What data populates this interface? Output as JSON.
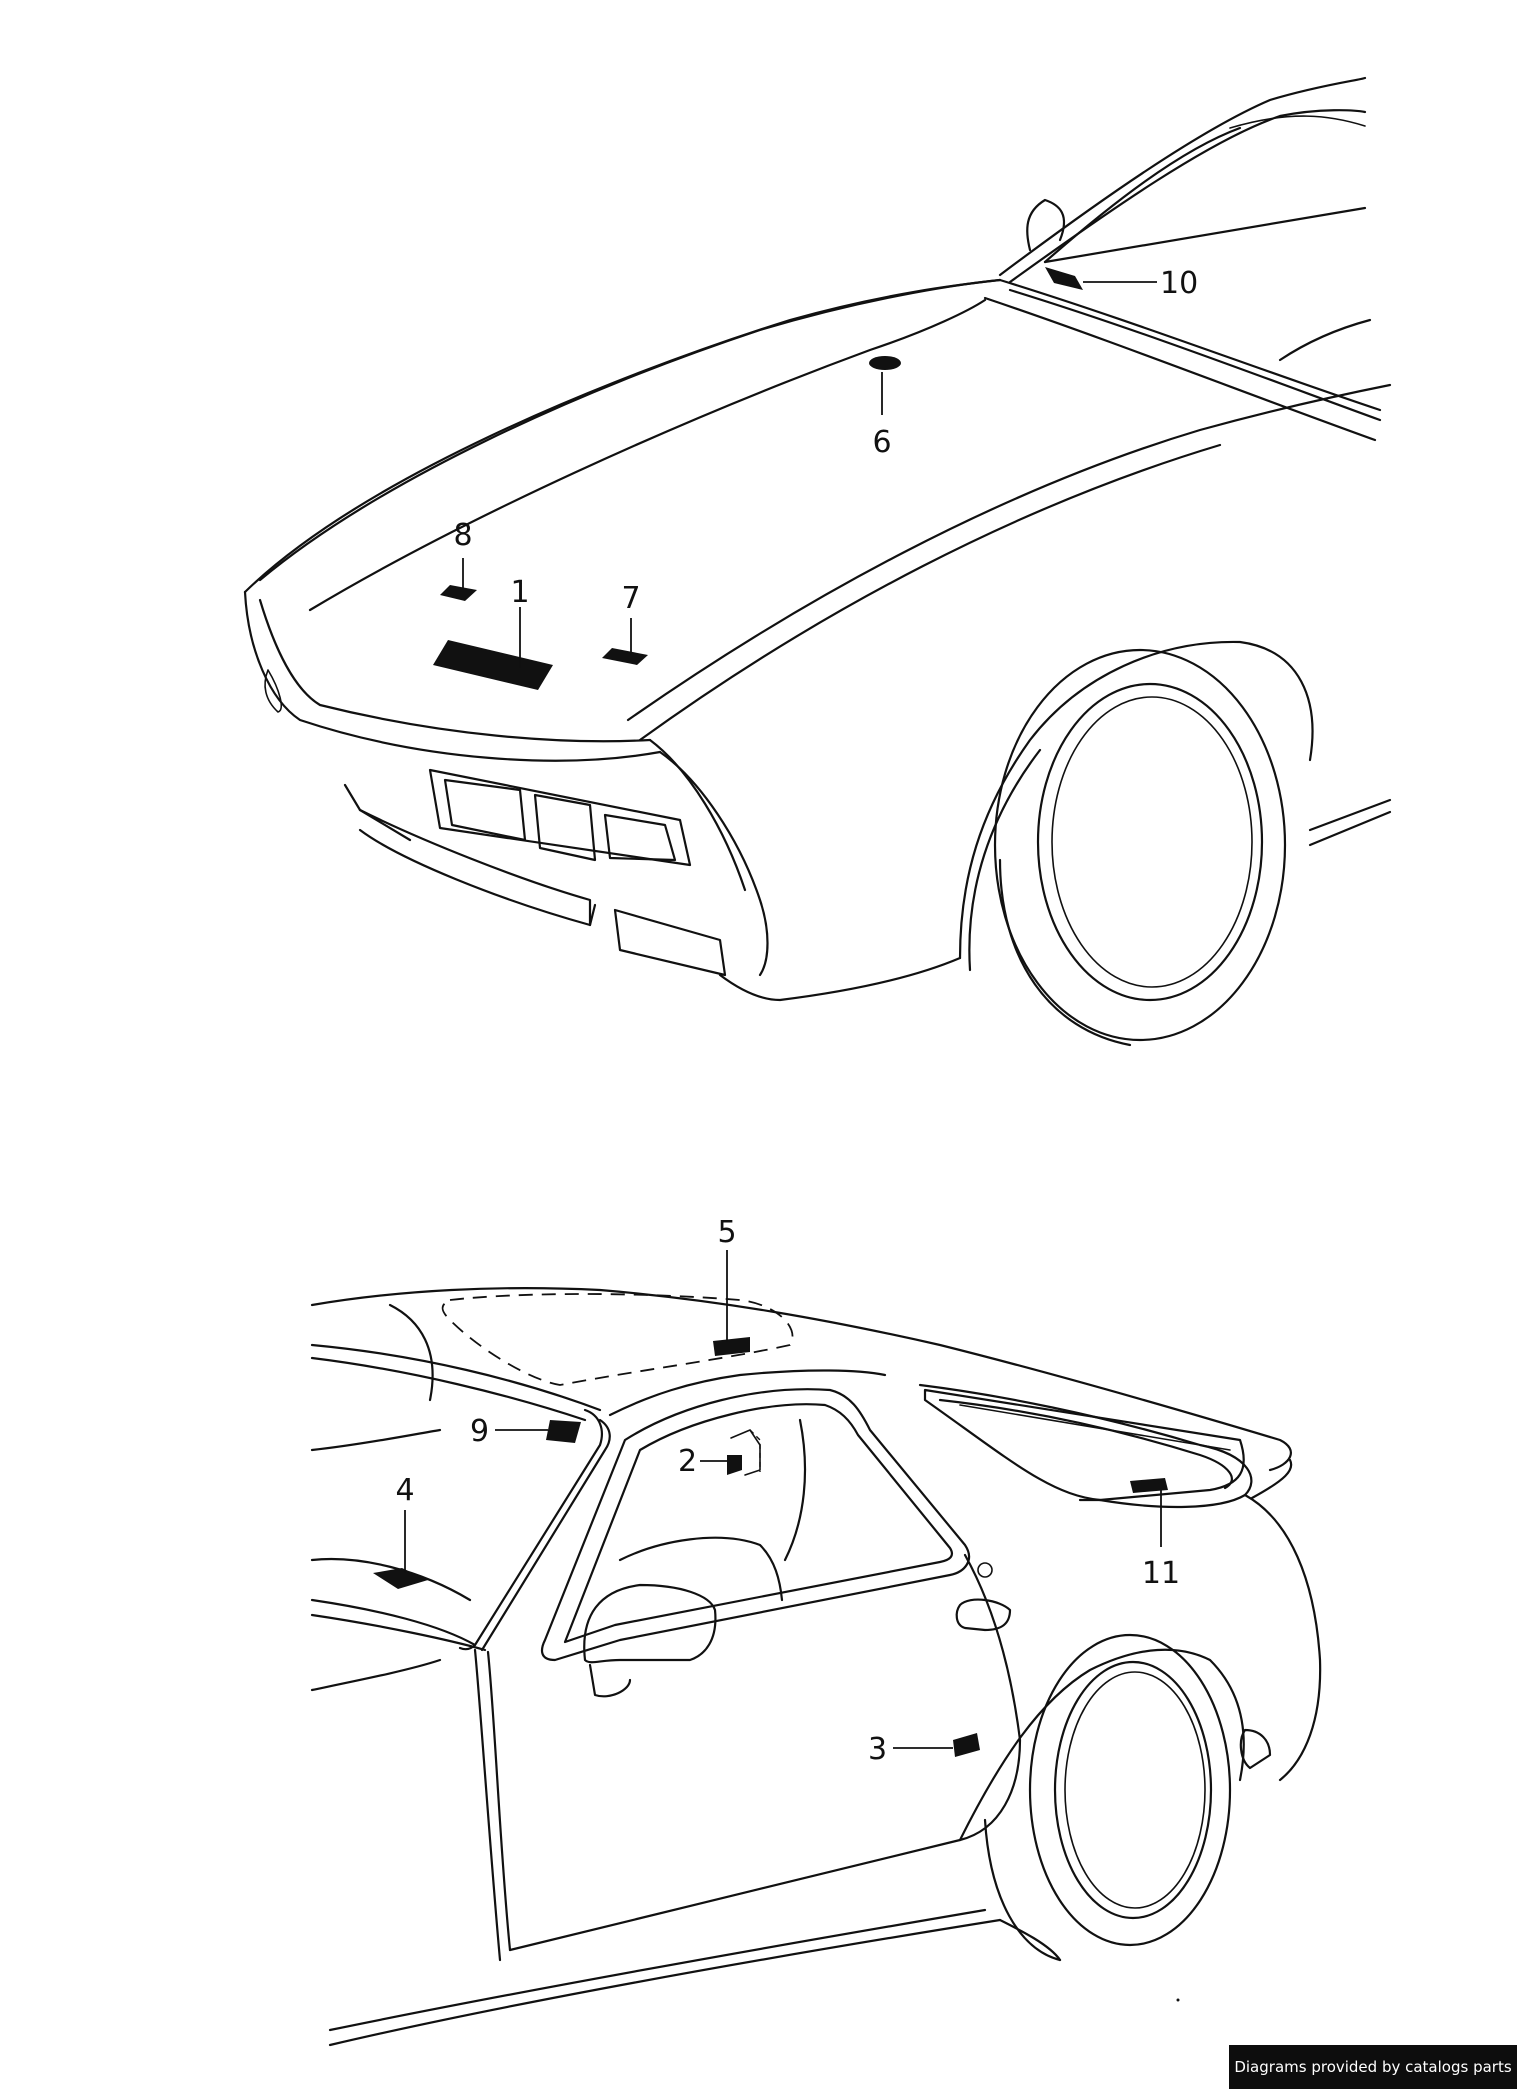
{
  "diagram": {
    "views": [
      {
        "name": "front-view",
        "callouts": [
          {
            "id": "1",
            "label": "1"
          },
          {
            "id": "6",
            "label": "6"
          },
          {
            "id": "7",
            "label": "7"
          },
          {
            "id": "8",
            "label": "8"
          },
          {
            "id": "10",
            "label": "10"
          }
        ]
      },
      {
        "name": "rear-side-view",
        "callouts": [
          {
            "id": "2",
            "label": "2"
          },
          {
            "id": "3",
            "label": "3"
          },
          {
            "id": "4",
            "label": "4"
          },
          {
            "id": "5",
            "label": "5"
          },
          {
            "id": "9",
            "label": "9"
          },
          {
            "id": "11",
            "label": "11"
          }
        ]
      }
    ]
  },
  "footer": {
    "credit": "Diagrams provided by catalogs parts"
  }
}
